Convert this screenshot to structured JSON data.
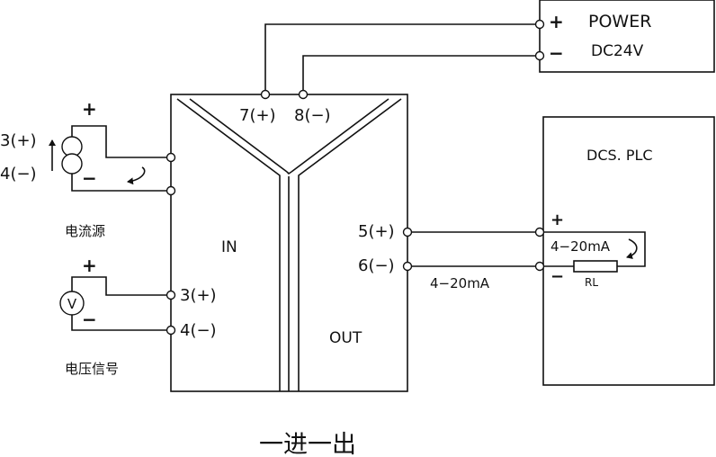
{
  "power": {
    "title": "POWER",
    "voltage": "DC24V",
    "plus": "+",
    "minus": "−"
  },
  "device": {
    "supply_plus": "7(+)",
    "supply_minus": "8(−)",
    "in_label": "IN",
    "out_label": "OUT",
    "in_plus": "3(+)",
    "in_minus": "4(−)",
    "out_plus": "5(+)",
    "out_minus": "6(−)"
  },
  "current_source": {
    "plus_pin": "3(+)",
    "minus_pin": "4(−)",
    "plus": "+",
    "minus": "−",
    "caption": "电流源"
  },
  "voltage_signal": {
    "symbol": "V",
    "plus": "+",
    "minus": "−",
    "caption": "电压信号"
  },
  "dcs": {
    "title": "DCS. PLC",
    "plus": "+",
    "minus": "−",
    "loop_label": "4−20mA",
    "resistor": "RL"
  },
  "output_signal": "4−20mA",
  "footer": "一进一出"
}
